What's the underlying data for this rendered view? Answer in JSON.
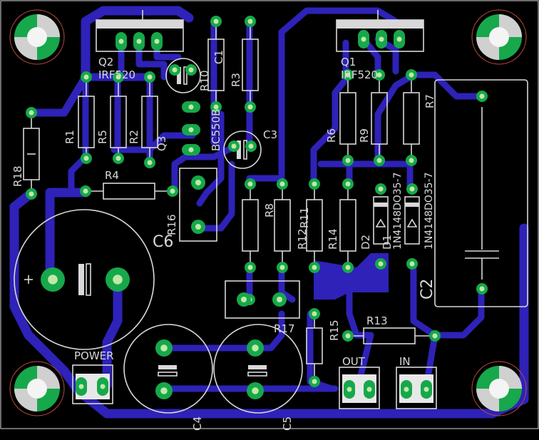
{
  "board": {
    "background": "#000000",
    "copper_color": "#2e22b8",
    "pad_color": "#16a84a",
    "silk_color": "#d8d8d8",
    "hole_color": "#c0e8a8"
  },
  "labels": {
    "q2_name": "Q2",
    "q2_value": "IRF520",
    "q1_name": "Q1",
    "q1_value": "IRF520",
    "q3_name": "Q3",
    "q3_value": "BC550B",
    "r1": "R1",
    "r2": "R2",
    "r3": "R3",
    "r4": "R4",
    "r5": "R5",
    "r6": "R6",
    "r7": "R7",
    "r8": "R8",
    "r9": "R9",
    "r10": "R10",
    "r11": "R11",
    "r12": "R12",
    "r13": "R13",
    "r14": "R14",
    "r15": "R15",
    "r16": "R16",
    "r17": "R17",
    "r18": "R18",
    "c1": "C1",
    "c2": "C2",
    "c3": "C3",
    "c4": "C4",
    "c5": "C5",
    "c6": "C6",
    "d1_name": "D1",
    "d1_value": "1N4148DO35-7",
    "d2_name": "D2",
    "d2_value": "1N4148DO35-7",
    "power": "POWER",
    "out": "OUT",
    "in": "IN"
  }
}
